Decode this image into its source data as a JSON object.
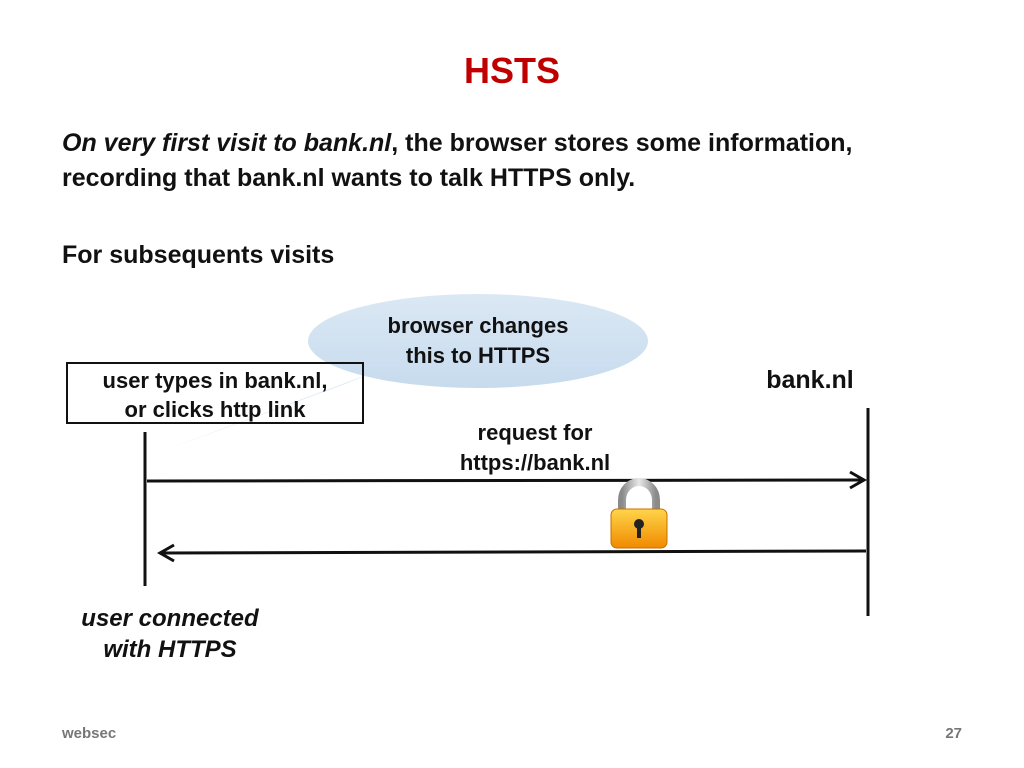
{
  "slide": {
    "title": "HSTS",
    "intro_emphasis": "On very first visit to bank.nl",
    "intro_rest": ", the browser stores some information, recording that bank.nl wants to talk HTTPS only.",
    "subheading": "For subsequents visits"
  },
  "diagram": {
    "bubble_line1": "browser changes",
    "bubble_line2": "this to HTTPS",
    "user_box_line1": "user types in bank.nl,",
    "user_box_line2": "or clicks http link",
    "server_label": "bank.nl",
    "request_line1": "request for",
    "request_line2": "https://bank.nl",
    "result_line1": "user connected",
    "result_line2": "with HTTPS",
    "lock_icon": "padlock-icon",
    "bubble_color": "#d3e3f1"
  },
  "footer": {
    "left": "websec",
    "page": "27"
  }
}
